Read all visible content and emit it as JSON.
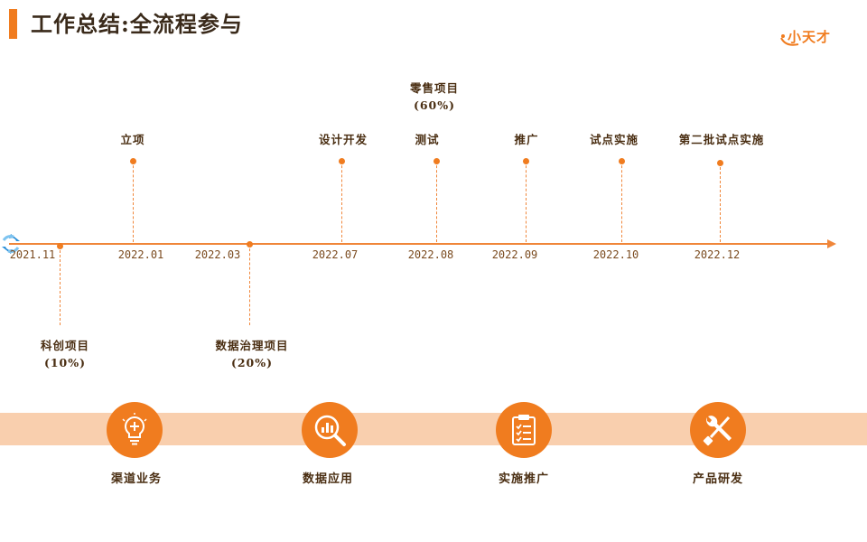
{
  "header": {
    "title": "工作总结:全流程参与"
  },
  "logo": {
    "text": "小天才"
  },
  "timeline": {
    "dates": [
      "2021.11",
      "2022.01",
      "2022.03",
      "2022.07",
      "2022.08",
      "2022.09",
      "2022.10",
      "2022.12"
    ],
    "above": [
      {
        "label": "立项"
      },
      {
        "label": "设计开发"
      },
      {
        "label": "测试"
      },
      {
        "label": "推广"
      },
      {
        "label": "试点实施"
      },
      {
        "label": "第二批试点实施"
      }
    ],
    "retail": {
      "label": "零售项目",
      "percent": "(60%)"
    },
    "below": [
      {
        "label": "科创项目",
        "percent": "(10%)"
      },
      {
        "label": "数据治理项目",
        "percent": "(20%)"
      }
    ]
  },
  "categories": [
    {
      "label": "渠道业务",
      "icon": "lightbulb-icon"
    },
    {
      "label": "数据应用",
      "icon": "magnifier-chart-icon"
    },
    {
      "label": "实施推广",
      "icon": "clipboard-checklist-icon"
    },
    {
      "label": "产品研发",
      "icon": "wrench-screwdriver-icon"
    }
  ],
  "colors": {
    "accent": "#f07c1f",
    "band": "#f9cfae",
    "text": "#4a2e12"
  }
}
